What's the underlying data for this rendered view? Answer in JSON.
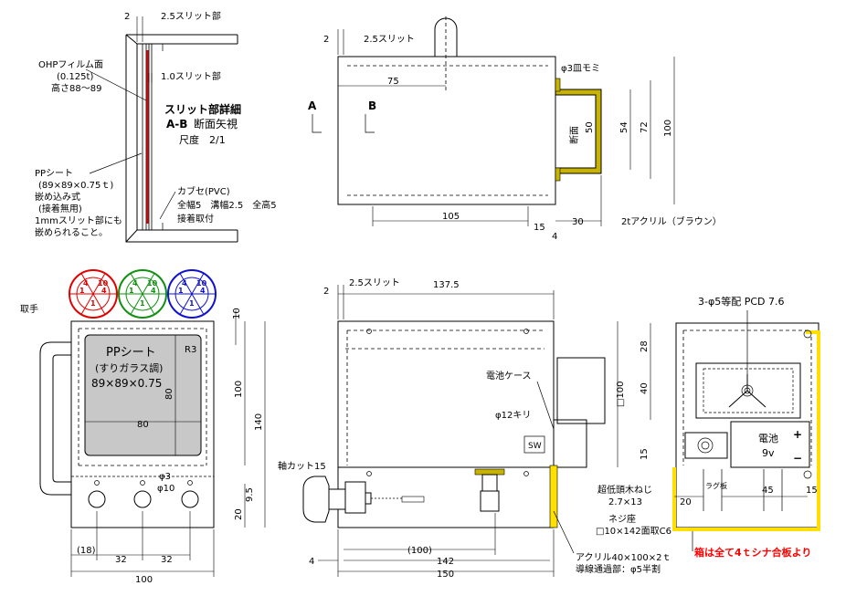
{
  "slit_detail": {
    "dim_2": "2",
    "slit_25": "2.5スリット部",
    "ohp_label": "OHPフィルム面",
    "ohp_thickness": "(0.125t)",
    "ohp_height": "高さ88～89",
    "slit_10": "1.0スリット部",
    "title": "スリット部詳細",
    "section": "A-B",
    "section_view": "断面矢視",
    "scale": "尺度　2/1",
    "pp_sheet": "PPシート",
    "pp_size": "(89×89×0.75ｔ)",
    "inlay": "嵌め込み式",
    "no_adhesive": "(接着無用)",
    "note1": "1mmスリット部にも",
    "note2": "嵌められること。",
    "cover": "カブセ(PVC)",
    "cover_dims": "全幅5　溝幅2.5　全高5",
    "cover_attach": "接着取付"
  },
  "top_view": {
    "dim_2": "2",
    "slit": "2.5スリット",
    "dim_75": "75",
    "label_a": "A",
    "label_b": "B",
    "countersink": "φ3皿モミ",
    "section": "断面",
    "dim_50": "50",
    "dim_54": "54",
    "dim_72": "72",
    "dim_100": "100",
    "dim_105": "105",
    "dim_15": "15",
    "dim_4": "4",
    "dim_30": "30",
    "acrylic": "2tアクリル（ブラウン）"
  },
  "color_disks": [
    {
      "name": "red",
      "color": "#e00000",
      "nums": [
        "1",
        "4",
        "10",
        "4",
        "1"
      ]
    },
    {
      "name": "green",
      "color": "#109010",
      "nums": [
        "1",
        "4",
        "10",
        "4",
        "1"
      ]
    },
    {
      "name": "blue",
      "color": "#1010d0",
      "nums": [
        "1",
        "4",
        "10",
        "4",
        "1"
      ]
    }
  ],
  "front_view": {
    "handle": "取手",
    "pp_sheet": "PPシート",
    "frosted": "(すりガラス調)",
    "pp_size": "89×89×0.75",
    "r3": "R3",
    "dim_80v": "80",
    "dim_80h": "80",
    "dim_10": "10",
    "dim_100": "100",
    "dim_140": "140",
    "hole3": "φ3",
    "hole10": "φ10",
    "dim_95": "9.5",
    "dim_20": "20",
    "dim_18": "(18)",
    "dim_32a": "32",
    "dim_32b": "32",
    "dim_100b": "100"
  },
  "side_view": {
    "dim_2": "2",
    "slit": "2.5スリット",
    "dim_1375": "137.5",
    "battery_case": "電池ケース",
    "drill": "φ12キリ",
    "sw": "SW",
    "sq100": "□100",
    "shaft_cut": "軸カット15",
    "dim_4": "4",
    "dim_100p": "(100)",
    "dim_142": "142",
    "dim_150": "150",
    "acrylic": "アクリル40×100×2ｔ",
    "wire_hole": "導線通過部：φ5半割"
  },
  "rear_view": {
    "pcd": "3-φ5等配 PCD 7.6",
    "dim_28": "28",
    "dim_40": "40",
    "dim_15": "15",
    "battery": "電池",
    "battery_v": "9v",
    "plus": "+",
    "minus": "−",
    "screw": "超低頭木ねじ",
    "screw_size": "2.7×13",
    "lug": "ラグ板",
    "nut": "ネジ座",
    "nut_size": "□10×142面取C6",
    "dim_20": "20",
    "dim_45": "45",
    "dim_15b": "15",
    "plywood": "箱は全て4ｔシナ合板より"
  },
  "colors": {
    "accent_red": "#e00000",
    "yellow": "#ffe000",
    "plywood_text": "#ff0000"
  }
}
